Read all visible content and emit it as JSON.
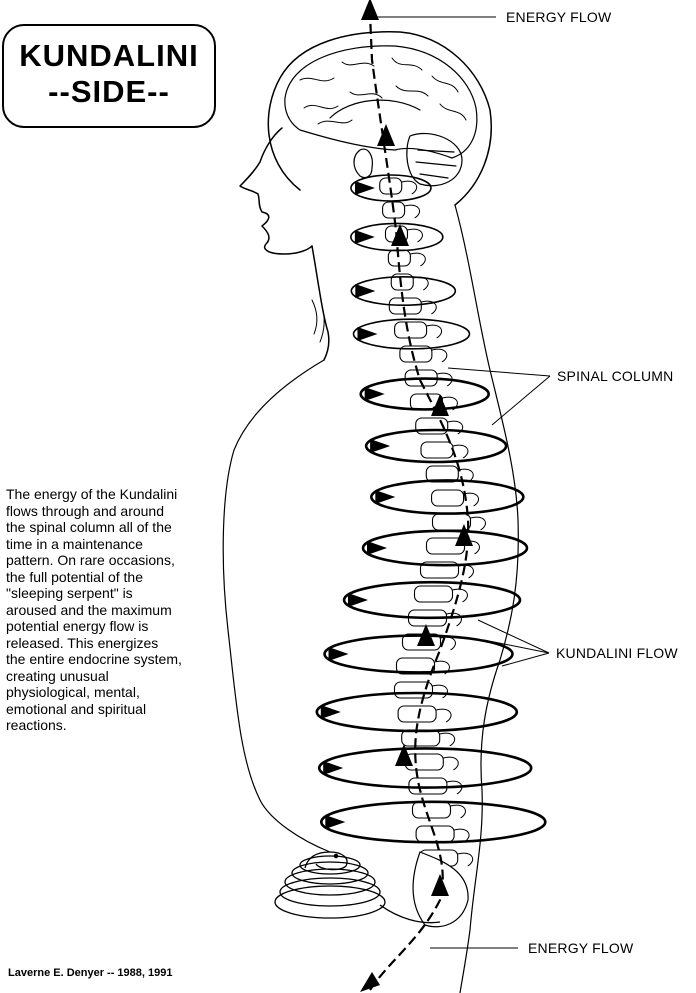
{
  "title": {
    "line1": "KUNDALINI",
    "line2": "--SIDE--"
  },
  "labels": {
    "energy_flow_top": "ENERGY FLOW",
    "spinal_column": "SPINAL COLUMN",
    "kundalini_flow": "KUNDALINI FLOW",
    "energy_flow_bottom": "ENERGY FLOW"
  },
  "description_lines": [
    "The energy of the Kundalini",
    "flows through and around",
    "the spinal column all of the",
    "time in a maintenance",
    "pattern.  On rare occasions,",
    "the full potential of the",
    "\"sleeping serpent\" is",
    "aroused and the maximum",
    "potential energy flow is",
    "released.  This energizes",
    "the entire endocrine system,",
    "creating unusual",
    "physiological, mental,",
    "emotional and spiritual",
    "reactions."
  ],
  "credit": "Laverne E. Denyer -- 1988, 1991",
  "colors": {
    "ink": "#000000",
    "paper": "#ffffff"
  }
}
